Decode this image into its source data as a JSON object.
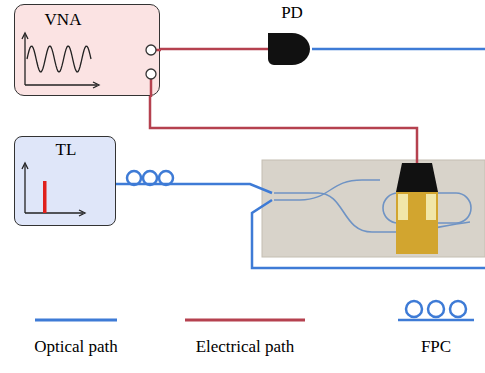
{
  "diagram": {
    "nodes": [
      {
        "text": [
          "VNA"
        ]
      },
      {
        "text": [
          "PD"
        ]
      },
      {
        "text": [
          "TL"
        ]
      }
    ],
    "edges": [
      {
        "from": 0,
        "to": 1,
        "arrow": "none"
      }
    ],
    "legend": [
      {
        "text": "Optical path"
      },
      {
        "text": "Electrical path"
      },
      {
        "text": "FPC"
      }
    ]
  }
}
